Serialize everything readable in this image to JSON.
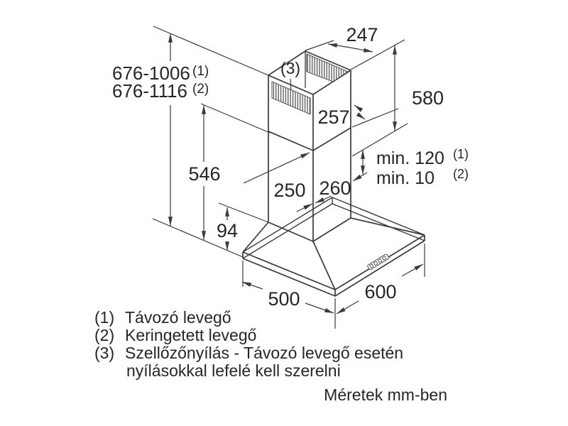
{
  "diagram": {
    "type": "technical-drawing",
    "subject": "chimney cooker hood installation dimensions",
    "dims": {
      "top_depth": "247",
      "upper_chimney_height": "580",
      "lower_chimney_depth": "257",
      "min_exhaust": "min. 120",
      "min_exhaust_ref": "(1)",
      "min_recirc": "min. 10",
      "min_recirc_ref": "(2)",
      "height_exhaust": "676-1006",
      "height_exhaust_ref": "(1)",
      "height_recirc": "676-1116",
      "height_recirc_ref": "(2)",
      "chimney_height": "546",
      "chimney_width": "250",
      "chimney_depth": "260",
      "canopy_height": "94",
      "hood_width": "500",
      "hood_depth": "600",
      "vent_callout": "(3)"
    },
    "legend": {
      "items": [
        {
          "num": "(1)",
          "text": "Távozó levegő"
        },
        {
          "num": "(2)",
          "text": "Keringetett levegő"
        },
        {
          "num": "(3)",
          "text": "Szellőzőnyílás - Távozó levegő esetén"
        },
        {
          "num": "",
          "text": "nyílásokkal lefelé kell szerelni"
        }
      ]
    },
    "footer": {
      "units_note": "Méretek mm-ben"
    }
  },
  "colors": {
    "line": "#3a3a3a",
    "text": "#262626",
    "background": "#ffffff"
  }
}
